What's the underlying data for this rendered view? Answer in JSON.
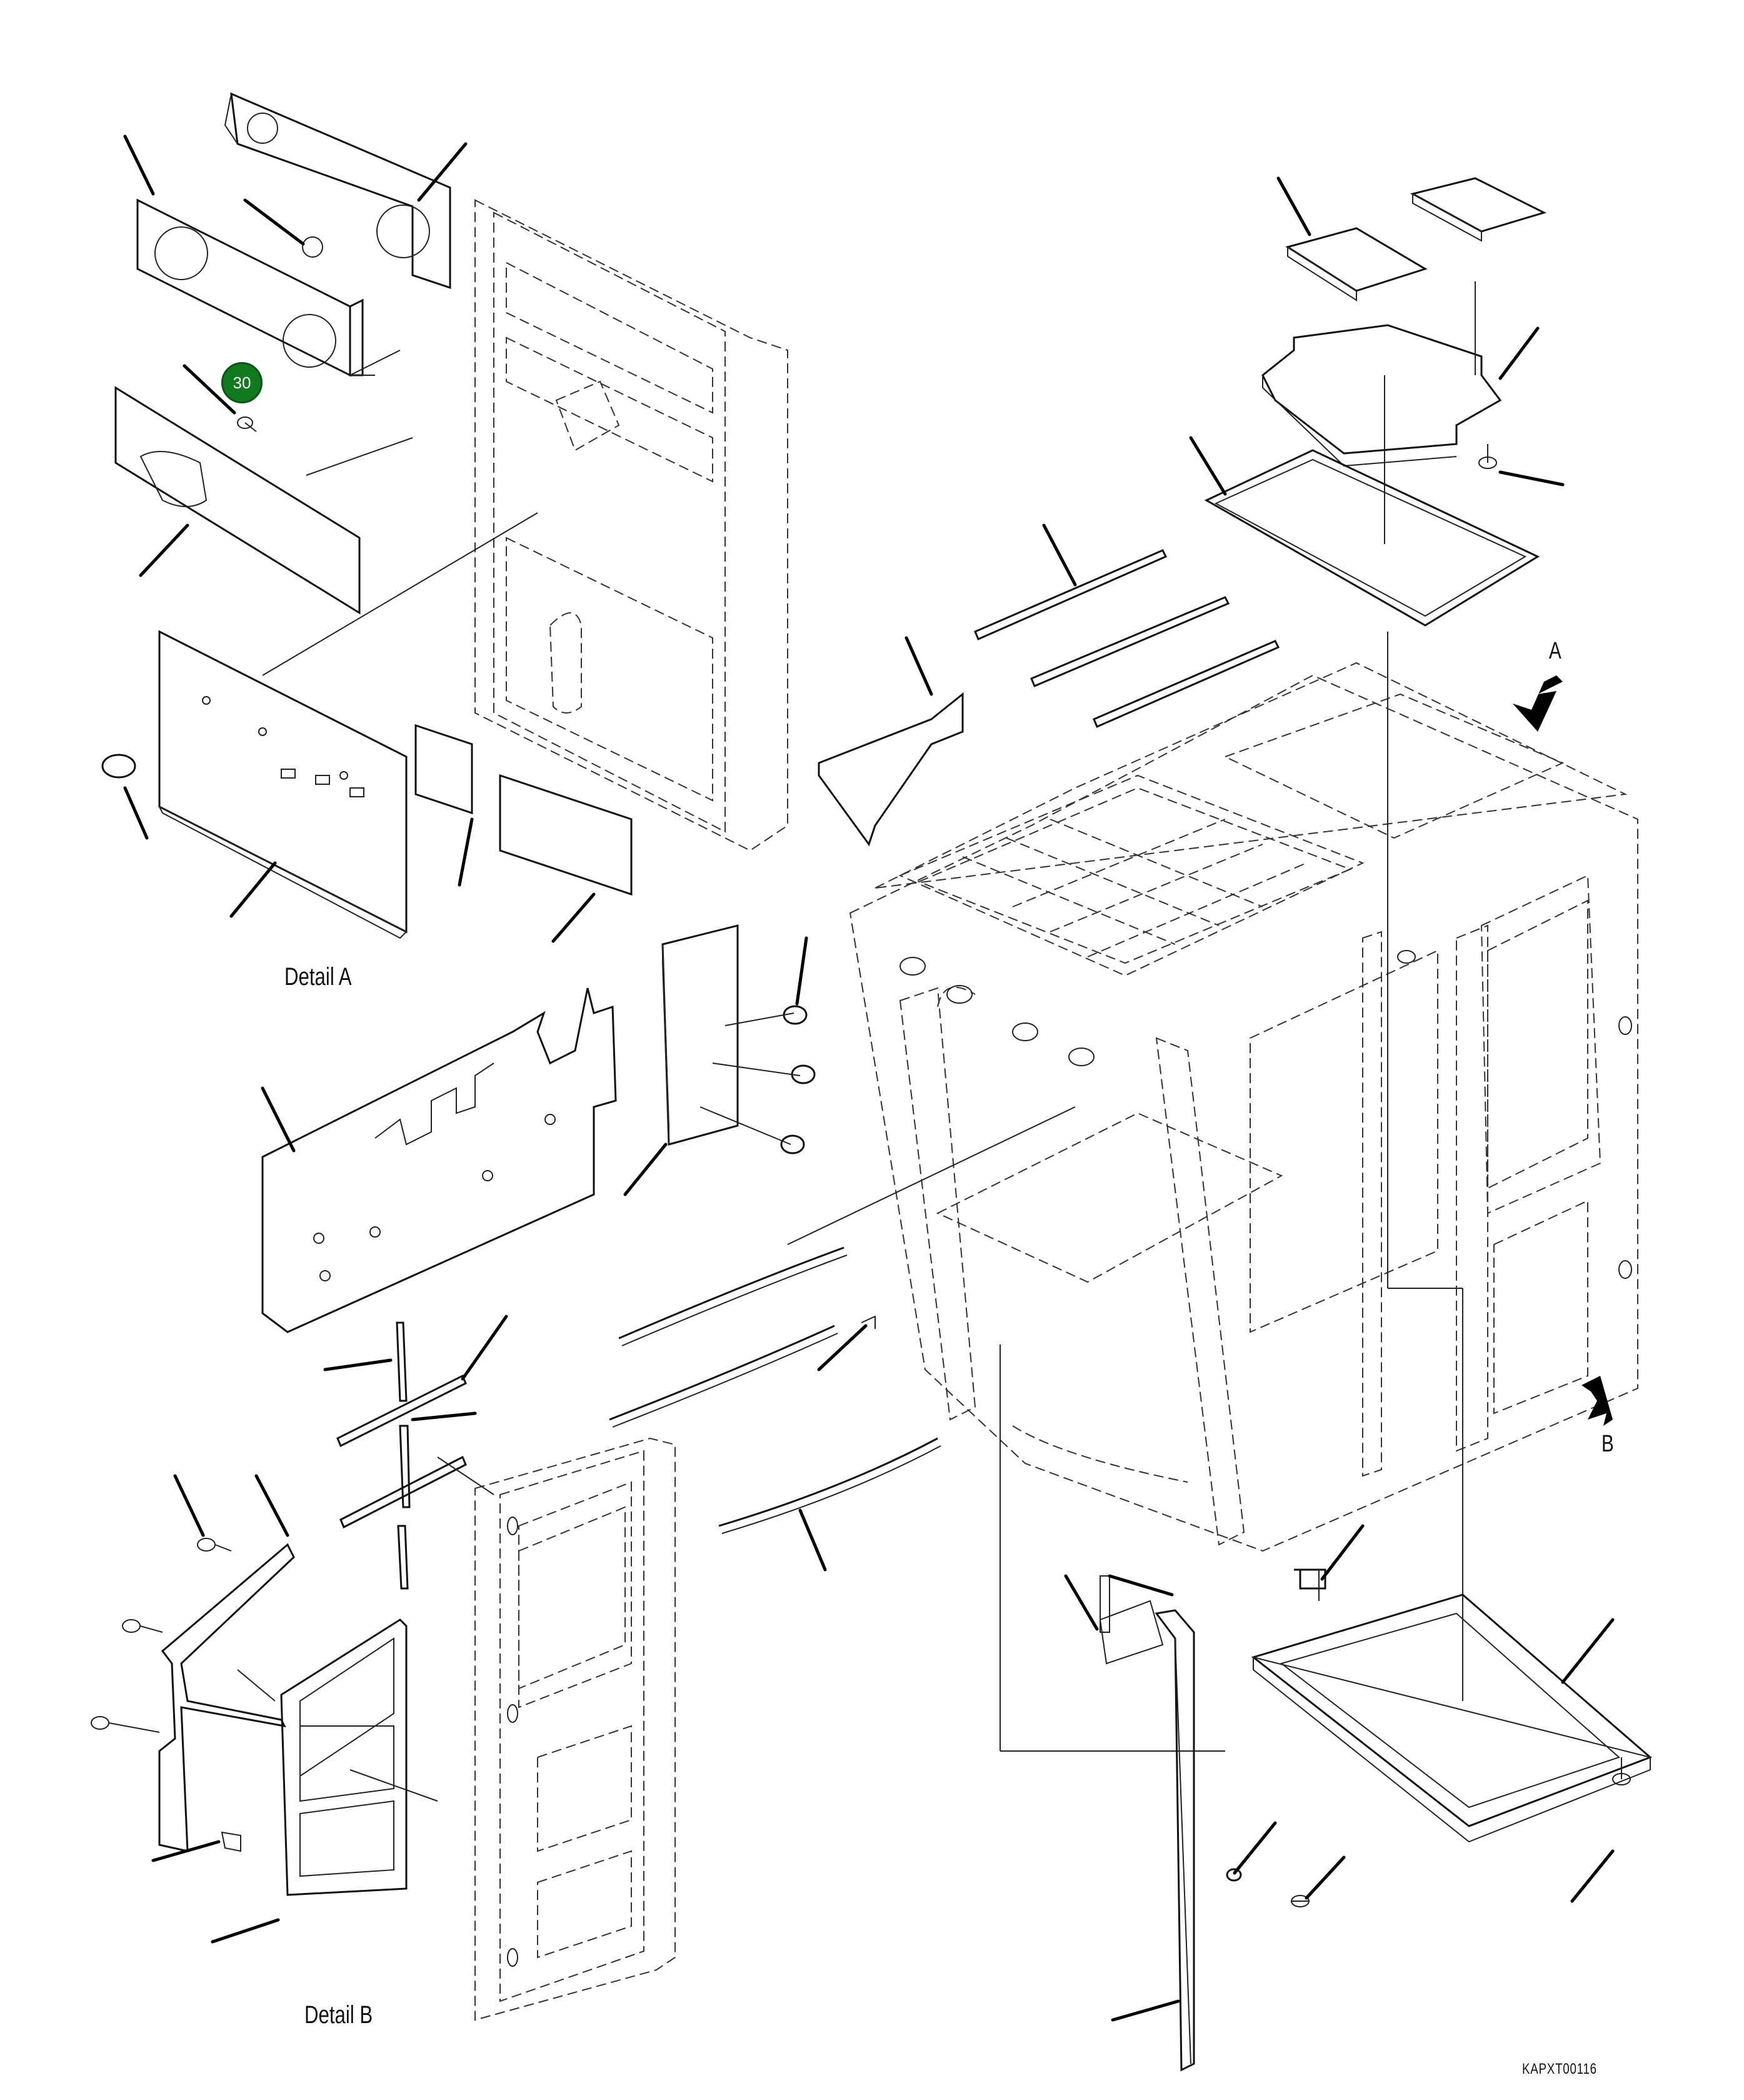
{
  "detail_labels": {
    "detail_a": "Detail A",
    "detail_b": "Detail B"
  },
  "view_arrows": {
    "a": "A",
    "b": "B"
  },
  "callout": {
    "item": "30",
    "color": "#0f7a1e"
  },
  "drawing_id": "KAPXT00116"
}
